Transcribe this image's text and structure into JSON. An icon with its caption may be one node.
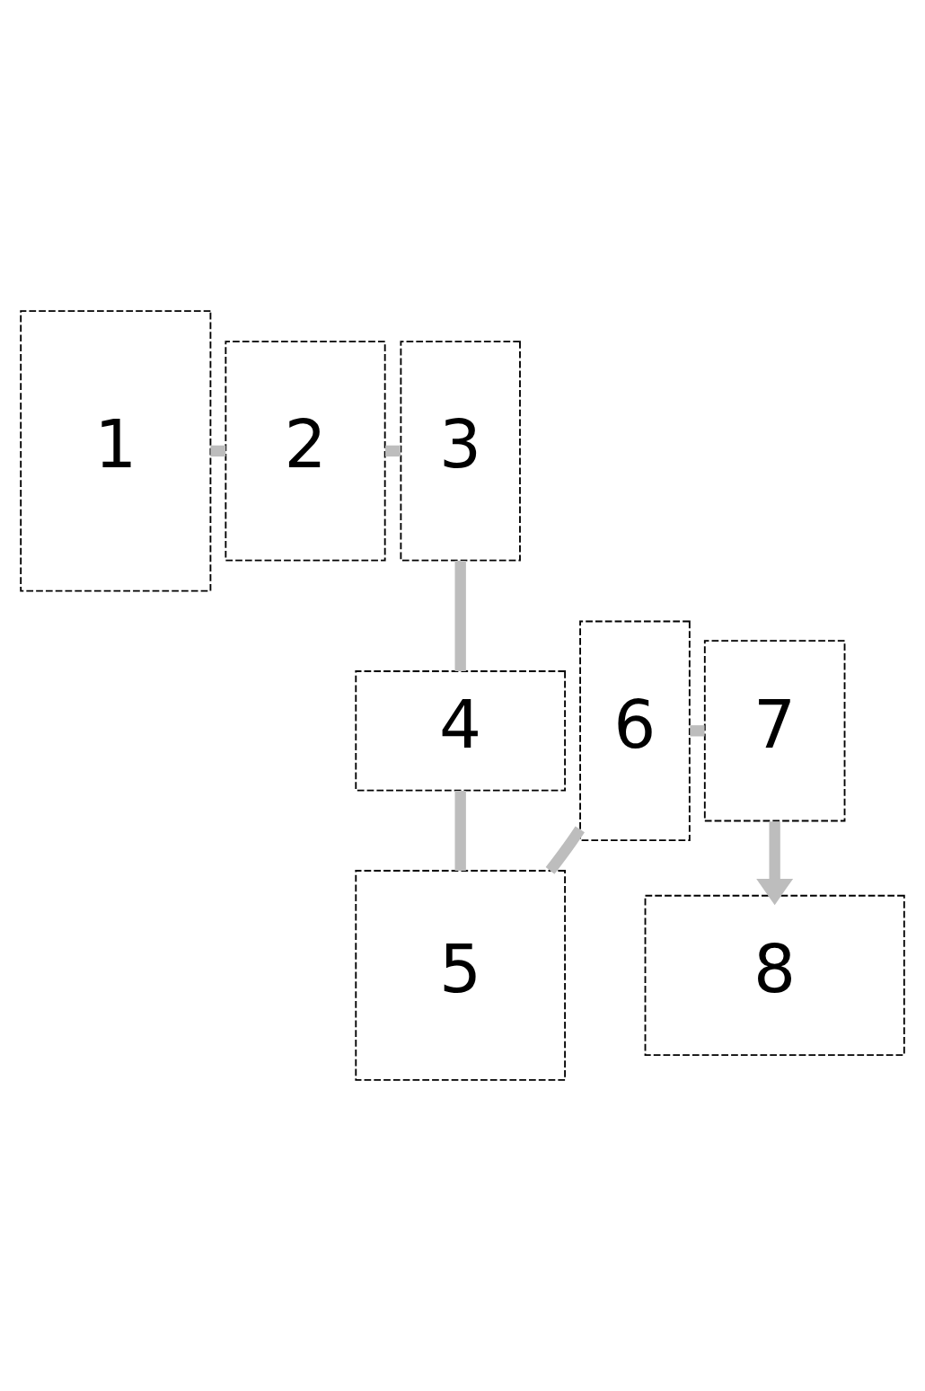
{
  "diagram": {
    "nodes": [
      {
        "text": [
          "1"
        ]
      },
      {
        "text": [
          "2"
        ]
      },
      {
        "text": [
          "3"
        ]
      },
      {
        "text": [
          "4"
        ]
      },
      {
        "text": [
          "5"
        ]
      },
      {
        "text": [
          "6"
        ]
      },
      {
        "text": [
          "7"
        ]
      },
      {
        "text": [
          "8"
        ]
      }
    ],
    "edges": [
      {
        "from": 0,
        "to": 1,
        "arrow": "none"
      },
      {
        "from": 1,
        "to": 2,
        "arrow": "none"
      },
      {
        "from": 2,
        "to": 3,
        "arrow": "none"
      },
      {
        "from": 3,
        "to": 4,
        "arrow": "none"
      },
      {
        "from": 4,
        "to": 5,
        "arrow": "none"
      },
      {
        "from": 5,
        "to": 6,
        "arrow": "none"
      },
      {
        "from": 6,
        "to": 7,
        "arrow": "to"
      }
    ]
  }
}
